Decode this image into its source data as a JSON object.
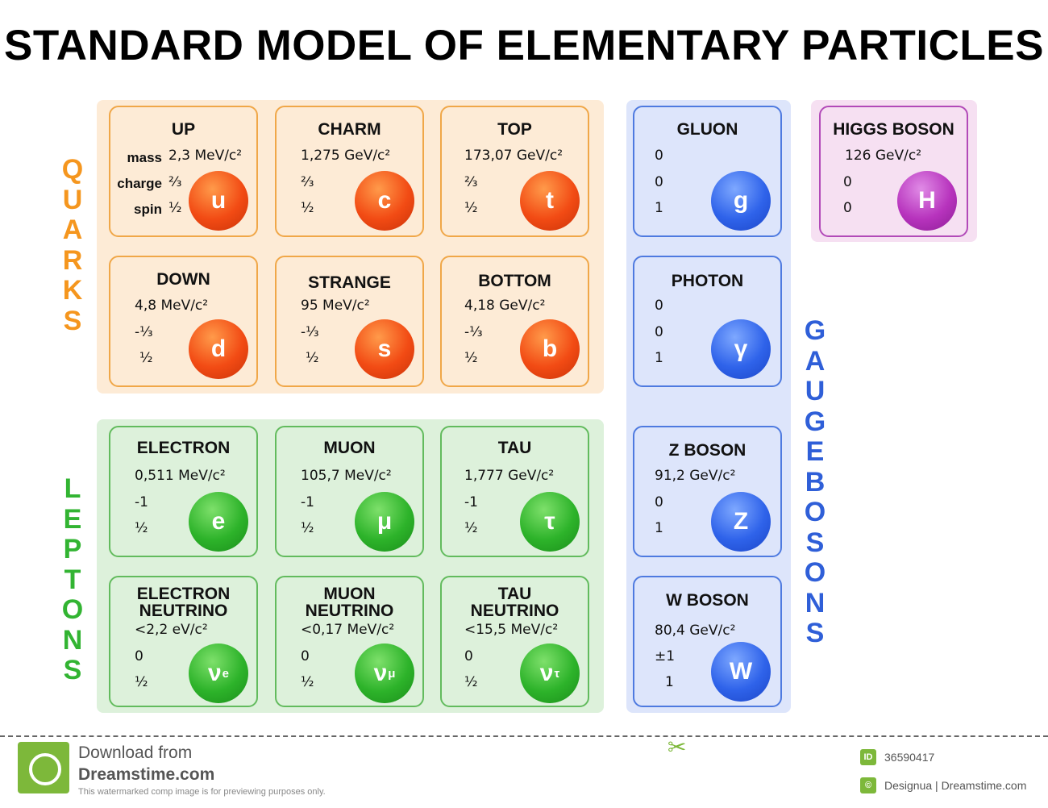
{
  "title": "STANDARD MODEL OF ELEMENTARY PARTICLES",
  "labels": {
    "quarks": [
      "Q",
      "U",
      "A",
      "R",
      "K",
      "S"
    ],
    "leptons": [
      "L",
      "E",
      "P",
      "T",
      "O",
      "N",
      "S"
    ],
    "gauge_bosons": [
      "G",
      "A",
      "U",
      "G",
      "E",
      "B",
      "O",
      "S",
      "O",
      "N",
      "S"
    ],
    "mass": "mass",
    "charge": "charge",
    "spin": "spin"
  },
  "colors": {
    "quarks": "#f5961e",
    "leptons": "#32b432",
    "gauge": "#2f5fd8",
    "higgs": "#b733bd"
  },
  "particles": {
    "up": {
      "name": "UP",
      "mass": "2,3 MeV/c²",
      "charge": "⅔",
      "spin": "½",
      "symbol": "u"
    },
    "charm": {
      "name": "CHARM",
      "mass": "1,275 GeV/c²",
      "charge": "⅔",
      "spin": "½",
      "symbol": "c"
    },
    "top": {
      "name": "TOP",
      "mass": "173,07 GeV/c²",
      "charge": "⅔",
      "spin": "½",
      "symbol": "t"
    },
    "down": {
      "name": "DOWN",
      "mass": "4,8 MeV/c²",
      "charge": "-⅓",
      "spin": "½",
      "symbol": "d"
    },
    "strange": {
      "name": "STRANGE",
      "mass": "95 MeV/c²",
      "charge": "-⅓",
      "spin": "½",
      "symbol": "s"
    },
    "bottom": {
      "name": "BOTTOM",
      "mass": "4,18 GeV/c²",
      "charge": "-⅓",
      "spin": "½",
      "symbol": "b"
    },
    "electron": {
      "name": "ELECTRON",
      "mass": "0,511 MeV/c²",
      "charge": "-1",
      "spin": "½",
      "symbol": "e"
    },
    "muon": {
      "name": "MUON",
      "mass": "105,7 MeV/c²",
      "charge": "-1",
      "spin": "½",
      "symbol": "μ"
    },
    "tau": {
      "name": "TAU",
      "mass": "1,777 GeV/c²",
      "charge": "-1",
      "spin": "½",
      "symbol": "τ"
    },
    "nu_e": {
      "name1": "ELECTRON",
      "name2": "NEUTRINO",
      "mass": "<2,2 eV/c²",
      "charge": "0",
      "spin": "½",
      "symbol": "ν",
      "sub": "e"
    },
    "nu_mu": {
      "name1": "MUON",
      "name2": "NEUTRINO",
      "mass": "<0,17 MeV/c²",
      "charge": "0",
      "spin": "½",
      "symbol": "ν",
      "sub": "μ"
    },
    "nu_tau": {
      "name1": "TAU",
      "name2": "NEUTRINO",
      "mass": "<15,5 MeV/c²",
      "charge": "0",
      "spin": "½",
      "symbol": "ν",
      "sub": "τ"
    },
    "gluon": {
      "name": "GLUON",
      "mass": "0",
      "charge": "0",
      "spin": "1",
      "symbol": "g"
    },
    "photon": {
      "name": "PHOTON",
      "mass": "0",
      "charge": "0",
      "spin": "1",
      "symbol": "γ"
    },
    "z": {
      "name": "Z BOSON",
      "mass": "91,2 GeV/c²",
      "charge": "0",
      "spin": "1",
      "symbol": "Z"
    },
    "w": {
      "name": "W BOSON",
      "mass": "80,4 GeV/c²",
      "charge": "±1",
      "spin": "1",
      "symbol": "W"
    },
    "higgs": {
      "name": "HIGGS BOSON",
      "mass": "126 GeV/c²",
      "charge": "0",
      "spin": "0",
      "symbol": "H"
    }
  },
  "footer": {
    "download": "Download from",
    "site": "Dreamstime.com",
    "note": "This watermarked comp image is for previewing purposes only.",
    "id_badge": "ID",
    "id": "36590417",
    "credit": "Designua | Dreamstime.com"
  }
}
